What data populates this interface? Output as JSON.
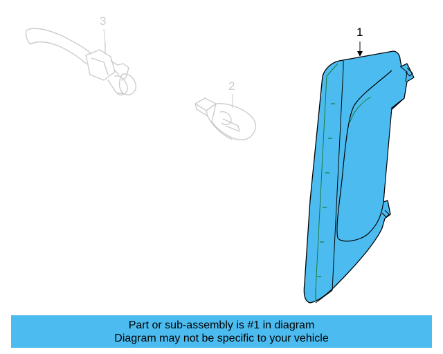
{
  "callouts": {
    "part1": "1",
    "part2": "2",
    "part3": "3"
  },
  "highlight_color": "#4cbcf0",
  "ghost_color": "#cccccc",
  "banner": {
    "line1": "Part or sub-assembly is #1 in diagram",
    "line2": "Diagram may not be specific to your vehicle"
  }
}
